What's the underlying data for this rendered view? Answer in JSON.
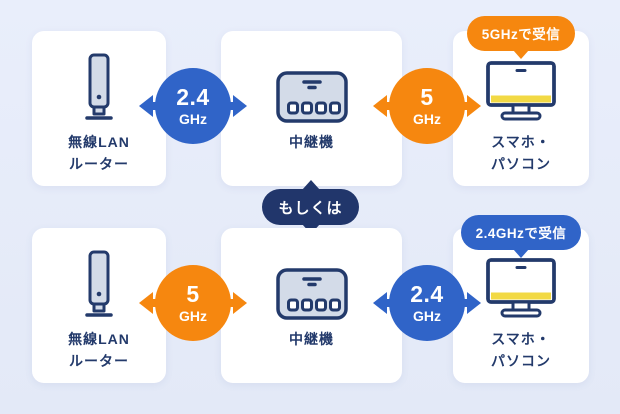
{
  "colors": {
    "background": "#e6ebf8",
    "card": "#ffffff",
    "blue": "#3064c8",
    "orange": "#f6870f",
    "navy": "#21366b",
    "device_fill": "#d3dbe8",
    "monitor_strip_yellow": "#f2d944",
    "label_text": "#233a6b"
  },
  "divider": {
    "label": "もしくは"
  },
  "rows": [
    {
      "router": {
        "line1": "無線LAN",
        "line2": "ルーター"
      },
      "repeater": {
        "label": "中継機"
      },
      "device": {
        "line1": "スマホ・",
        "line2": "パソコン"
      },
      "link_router_repeater": {
        "value": "2.4",
        "unit": "GHz",
        "color": "blue"
      },
      "link_repeater_device": {
        "value": "5",
        "unit": "GHz",
        "color": "orange"
      },
      "badge": {
        "label": "5GHzで受信",
        "color": "orange"
      }
    },
    {
      "router": {
        "line1": "無線LAN",
        "line2": "ルーター"
      },
      "repeater": {
        "label": "中継機"
      },
      "device": {
        "line1": "スマホ・",
        "line2": "パソコン"
      },
      "link_router_repeater": {
        "value": "5",
        "unit": "GHz",
        "color": "orange"
      },
      "link_repeater_device": {
        "value": "2.4",
        "unit": "GHz",
        "color": "blue"
      },
      "badge": {
        "label": "2.4GHzで受信",
        "color": "blue"
      }
    }
  ]
}
